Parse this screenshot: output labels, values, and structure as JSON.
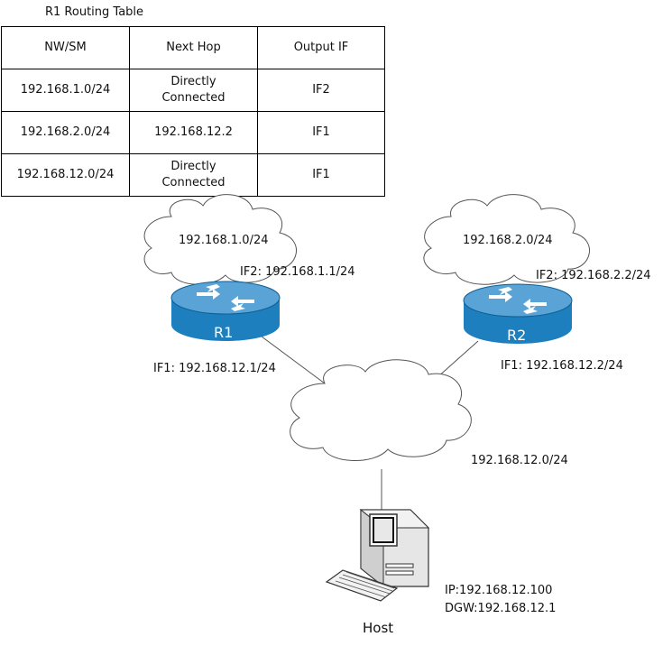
{
  "routing_table": {
    "caption": "R1 Routing Table",
    "headers": [
      "NW/SM",
      "Next Hop",
      "Output IF"
    ],
    "rows": [
      [
        "192.168.1.0/24",
        "Directly\nConnected",
        "IF2"
      ],
      [
        "192.168.2.0/24",
        "192.168.12.2",
        "IF1"
      ],
      [
        "192.168.12.0/24",
        "Directly\nConnected",
        "IF1"
      ]
    ]
  },
  "networks": {
    "lan1": "192.168.1.0/24",
    "lan2": "192.168.2.0/24",
    "lan12": "192.168.12.0/24"
  },
  "routers": {
    "r1": {
      "name": "R1",
      "if2": "IF2: 192.168.1.1/24",
      "if1": "IF1: 192.168.12.1/24"
    },
    "r2": {
      "name": "R2",
      "if2": "IF2: 192.168.2.2/24",
      "if1": "IF1: 192.168.12.2/24"
    }
  },
  "host": {
    "name": "Host",
    "ip": "IP:192.168.12.100",
    "dgw": "DGW:192.168.12.1"
  },
  "colors": {
    "router_top": "#5aa3d6",
    "router_body": "#1e7fbf",
    "router_side": "#0e5f93",
    "line": "#555555"
  }
}
